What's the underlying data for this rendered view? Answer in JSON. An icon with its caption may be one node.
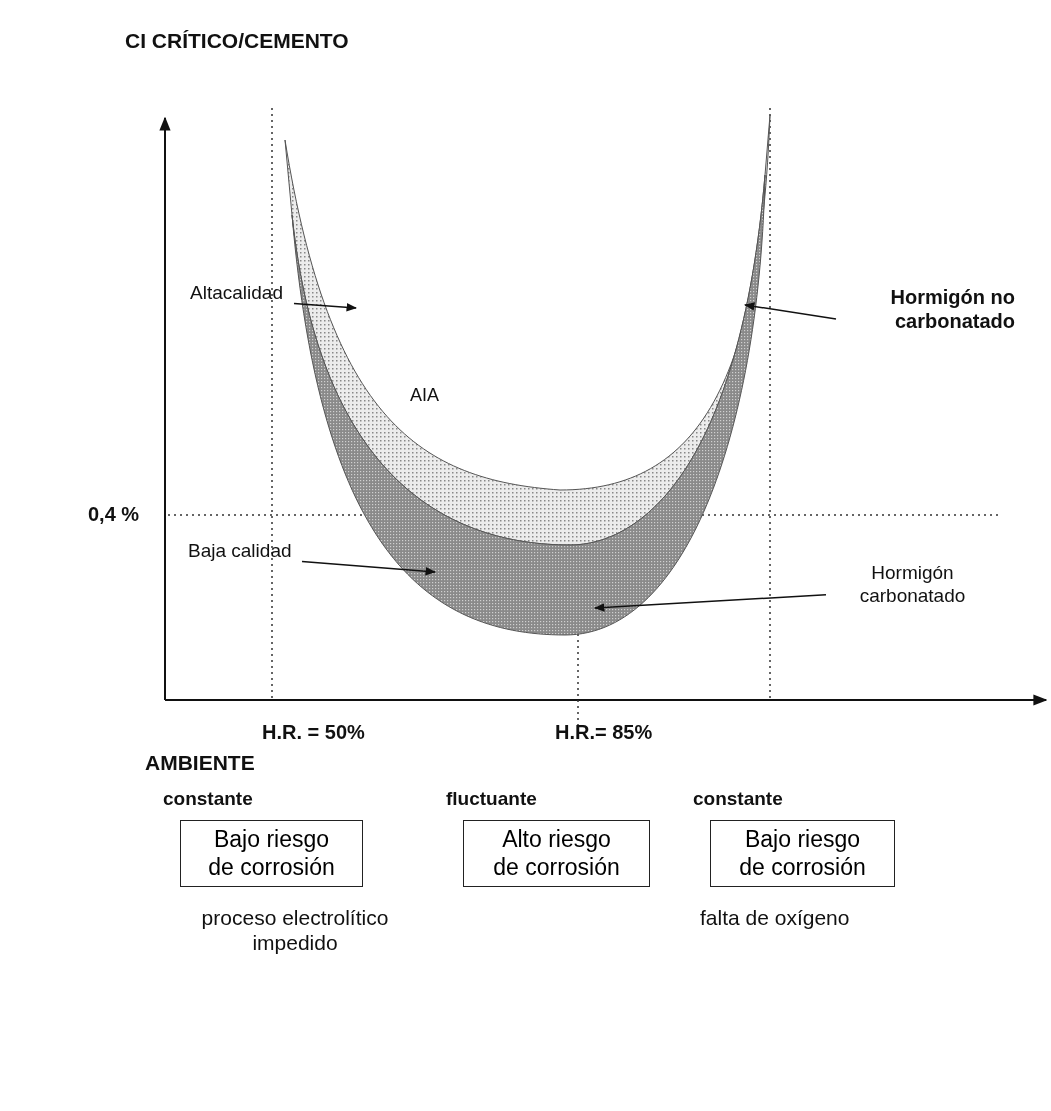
{
  "diagram": {
    "nodes": [
      {
        "text": [
          "Altacalidad"
        ]
      },
      {
        "text": [
          "Hormigón no carbonatado"
        ]
      },
      {
        "text": [
          "Baja calidad"
        ]
      },
      {
        "text": [
          "Hormigón carbonatado"
        ]
      },
      {
        "text": [],
        "shape": "band"
      },
      {
        "text": [],
        "shape": "band"
      },
      {
        "text": [
          "Bajo riesgo de corrosión"
        ],
        "beside": [
          "constante"
        ]
      },
      {
        "text": [
          "Alto riesgo de corrosión"
        ],
        "beside": [
          "fluctuante"
        ]
      },
      {
        "text": [
          "Bajo riesgo de corrosión"
        ],
        "beside": [
          "constante"
        ]
      }
    ],
    "edges": [
      {
        "from": 0,
        "to": 4,
        "arrow": "to"
      },
      {
        "from": 1,
        "to": 4,
        "arrow": "to"
      },
      {
        "from": 2,
        "to": 5,
        "arrow": "to"
      },
      {
        "from": 3,
        "to": 5,
        "arrow": "to"
      }
    ],
    "labels": [
      "CI CRÍTICO/CEMENTO",
      "AIA",
      "0,4 %",
      "H.R. = 50%",
      "H.R.= 85%",
      "AMBIENTE",
      "proceso electrolítico impedido",
      "falta de oxígeno"
    ]
  }
}
